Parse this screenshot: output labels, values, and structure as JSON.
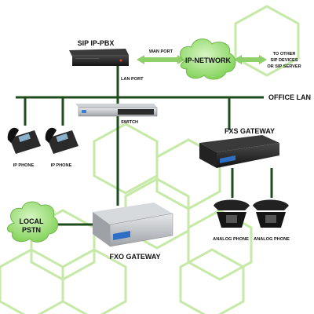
{
  "diagram": {
    "labels": {
      "pbx": "SIP IP-PBX",
      "wan_port": "WAN PORT",
      "ip_network": "IP-NETWORK",
      "to_other_line1": "TO OTHER",
      "to_other_line2": "SIP DEVICES",
      "to_other_line3": "OR SIP SERVER",
      "lan_port": "LAN PORT",
      "office_lan": "OFFICE LAN",
      "switch": "SWITCH",
      "fxs_gateway": "FXS GATEWAY",
      "ip_phone_1": "IP PHONE",
      "ip_phone_2": "IP PHONE",
      "local_pstn_line1": "LOCAL",
      "local_pstn_line2": "PSTN",
      "fxo_gateway": "FXO GATEWAY",
      "analog_phone_1": "ANALOG PHONE",
      "analog_phone_2": "ANALOG PHONE"
    },
    "colors": {
      "lan_line": "#1d4d1d",
      "arrow_green": "#8fd06a",
      "bubble_green": "#8fdc6a",
      "hexagon_green": "#c7e9a8",
      "device_dark": "#1a1a1a",
      "device_silver": "#b9bcc0"
    }
  }
}
